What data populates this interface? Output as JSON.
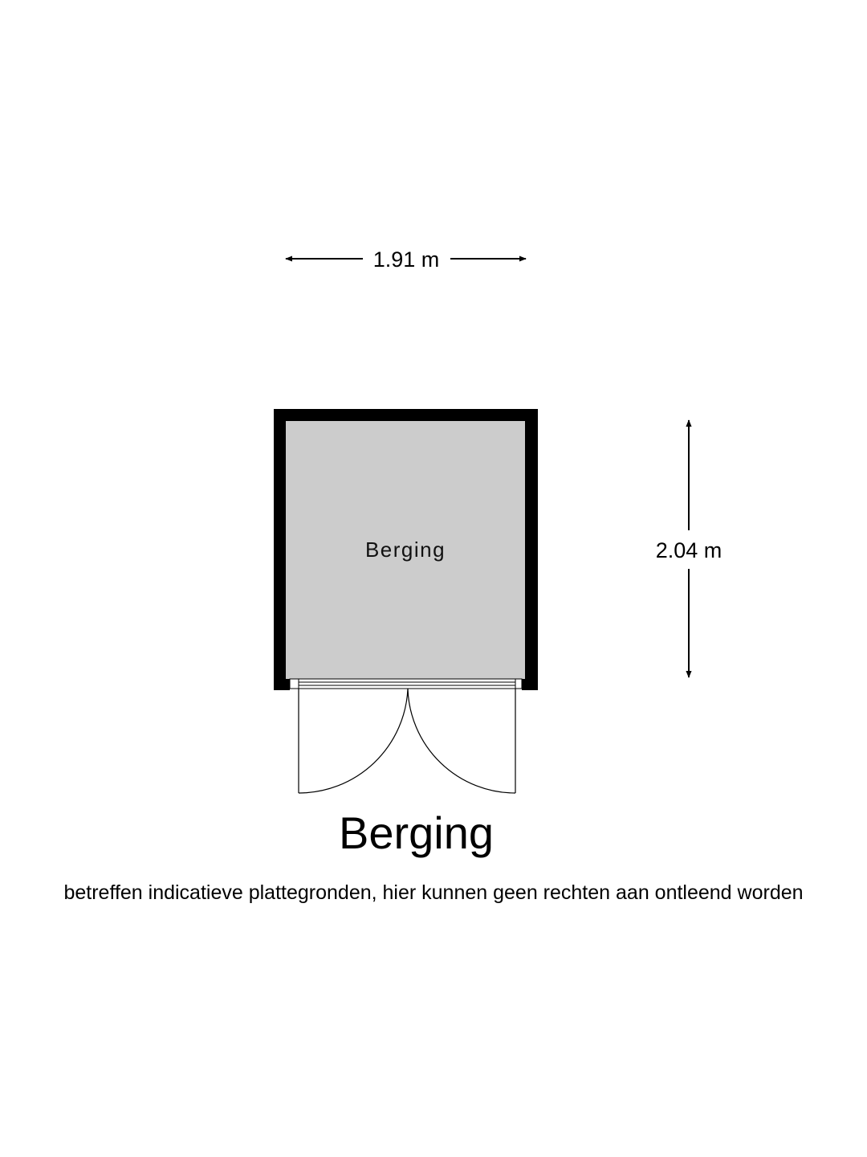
{
  "plan": {
    "title": "Berging",
    "disclaimer": "betreffen indicatieve plattegronden, hier kunnen geen rechten aan ontleend worden"
  },
  "room": {
    "label": "Berging",
    "floor_color": "#cccccc",
    "wall_color": "#000000"
  },
  "dimensions": {
    "width": "1.91 m",
    "height": "2.04 m"
  }
}
